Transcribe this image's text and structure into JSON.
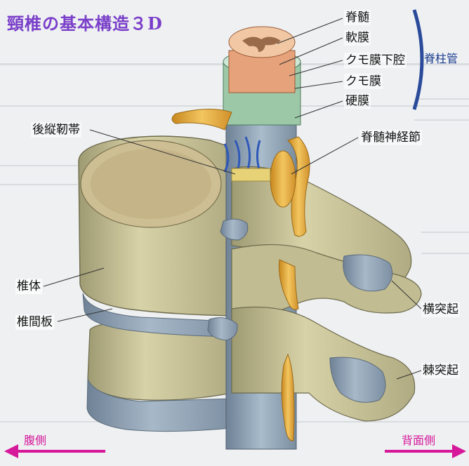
{
  "title": "頸椎の基本構造３D",
  "labels": {
    "spinal_cord": "脊髄",
    "pia_mater": "軟膜",
    "subarachnoid_space": "クモ膜下腔",
    "arachnoid": "クモ膜",
    "dura_mater": "硬膜",
    "spinal_canal": "脊柱管",
    "posterior_longitudinal_ligament": "後縦靭帯",
    "spinal_ganglion": "脊髄神経節",
    "vertebral_body": "椎体",
    "intervertebral_disc": "椎間板",
    "transverse_process": "横突起",
    "spinous_process": "棘突起"
  },
  "directions": {
    "ventral": "腹側",
    "dorsal": "背面側"
  },
  "colors": {
    "title": "#7a3fc9",
    "bone": "#cfc9a0",
    "disc": "#8ea3b8",
    "nerve": "#e8b040",
    "cord": "#e89a6a",
    "arrows": "#d6189a",
    "canal_bracket": "#2a4a9a"
  }
}
